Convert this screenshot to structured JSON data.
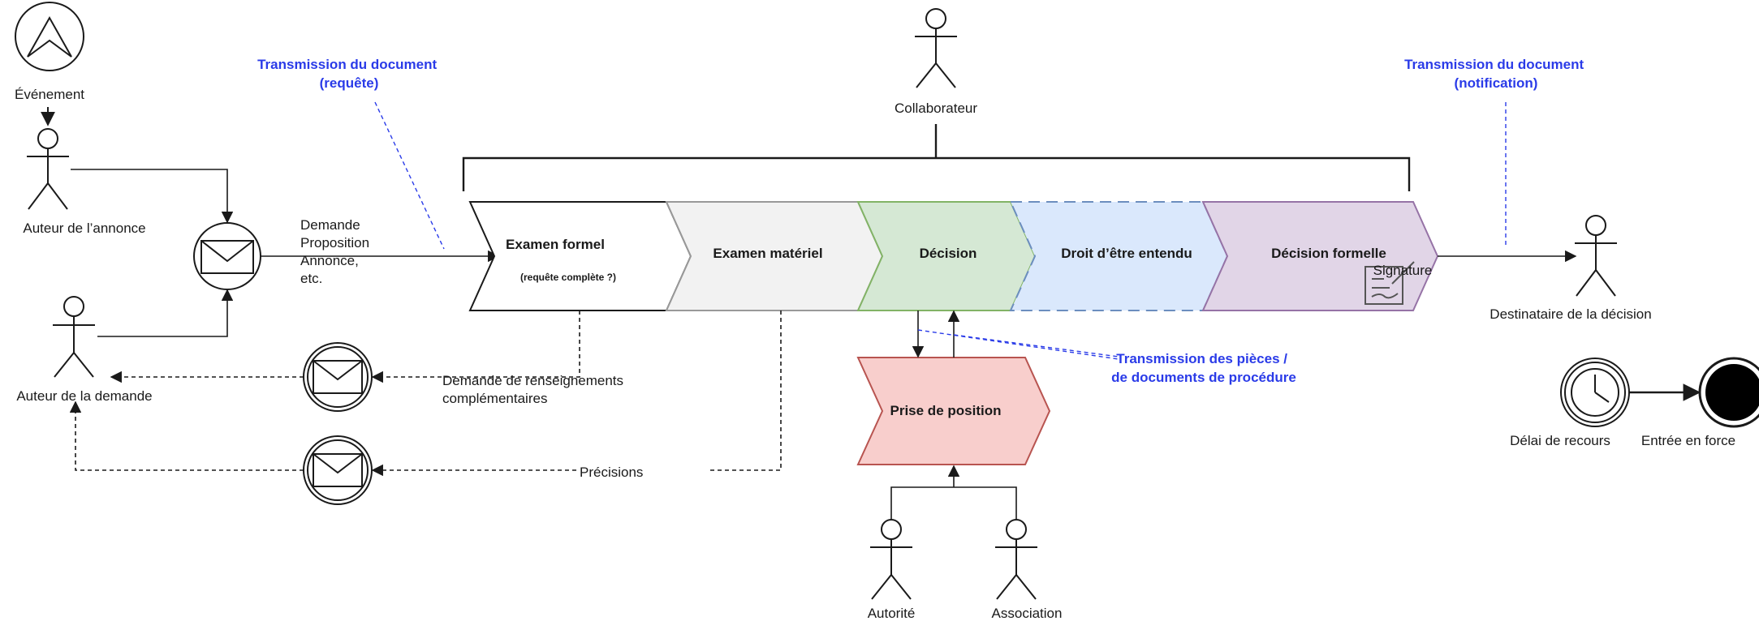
{
  "event": {
    "label": "Événement"
  },
  "actors": {
    "author_announcement": "Auteur  de l’annonce",
    "author_request": "Auteur  de la demande",
    "collaborator": "Collaborateur",
    "recipient": "Destinataire  de la décision",
    "authority": "Autorité",
    "association": "Association"
  },
  "annotations": {
    "transmission_request": [
      "Transmission  du document",
      "(requête)"
    ],
    "transmission_notification": [
      "Transmission  du document",
      "(notification)"
    ],
    "transmission_pieces": [
      "Transmission  des pièces  /",
      "de documents  de procédure"
    ]
  },
  "incoming": {
    "lines": [
      "Demande",
      "Proposition",
      "Annonce,",
      "etc."
    ]
  },
  "messages": {
    "info_request": [
      "Demande  de renseignements",
      "complémentaires"
    ],
    "clarifications": "Précisions"
  },
  "stages": [
    {
      "label": "Examen  formel",
      "sublabel": "(requête complète ?)",
      "fill": "#ffffff",
      "stroke": "#1a1a1a"
    },
    {
      "label": "Examen  matériel",
      "fill": "#f2f2f2",
      "stroke": "#999999"
    },
    {
      "label": "Décision",
      "fill": "#d5e8d4",
      "stroke": "#82b366"
    },
    {
      "label": "Droit  d’être  entendu",
      "fill": "#dae8fc",
      "stroke": "#6c8ebf"
    },
    {
      "label": "Décision  formelle",
      "fill": "#e1d5e7",
      "stroke": "#9673a6"
    }
  ],
  "signature": {
    "label": "Signature"
  },
  "position": {
    "label": "Prise de position",
    "fill": "#f8cecc",
    "stroke": "#b85450"
  },
  "timer": {
    "label": "Délai  de recours"
  },
  "end": {
    "label": "Entrée en force"
  },
  "colors": {
    "annotation": "#2a3be8",
    "line": "#1a1a1a"
  }
}
